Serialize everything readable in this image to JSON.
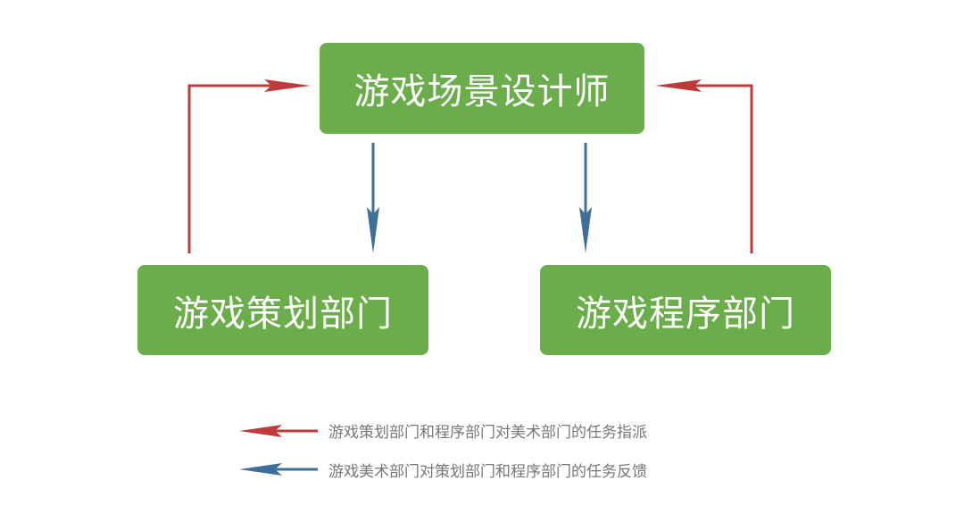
{
  "nodes": {
    "top": "游戏场景设计师",
    "left": "游戏策划部门",
    "right": "游戏程序部门"
  },
  "legend": {
    "red": "游戏策划部门和程序部门对美术部门的任务指派",
    "blue": "游戏美术部门对策划部门和程序部门的任务反馈"
  },
  "colors": {
    "node_fill": "#6aad4a",
    "red_arrow": "#c0393b",
    "blue_arrow": "#3d6f99",
    "legend_text": "#777777"
  }
}
